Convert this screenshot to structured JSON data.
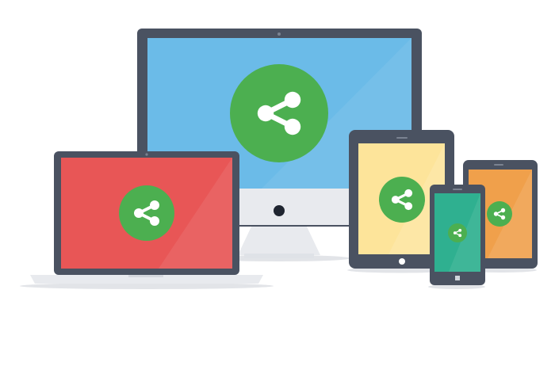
{
  "illustration": {
    "devices": [
      {
        "kind": "desktop-monitor",
        "screen_color": "#6bbbe8",
        "icon": "share-icon"
      },
      {
        "kind": "laptop",
        "screen_color": "#e85656",
        "icon": "share-icon"
      },
      {
        "kind": "tablet",
        "screen_color": "#fde49a",
        "icon": "share-icon"
      },
      {
        "kind": "phone",
        "screen_color": "#2fb090",
        "icon": "share-icon"
      },
      {
        "kind": "phablet",
        "screen_color": "#f0a04b",
        "icon": "share-icon"
      }
    ],
    "colors": {
      "bezel": "#4a5261",
      "stand": "#e8eaee",
      "share_circle": "#4caf50",
      "share_glyph": "#ffffff"
    }
  }
}
